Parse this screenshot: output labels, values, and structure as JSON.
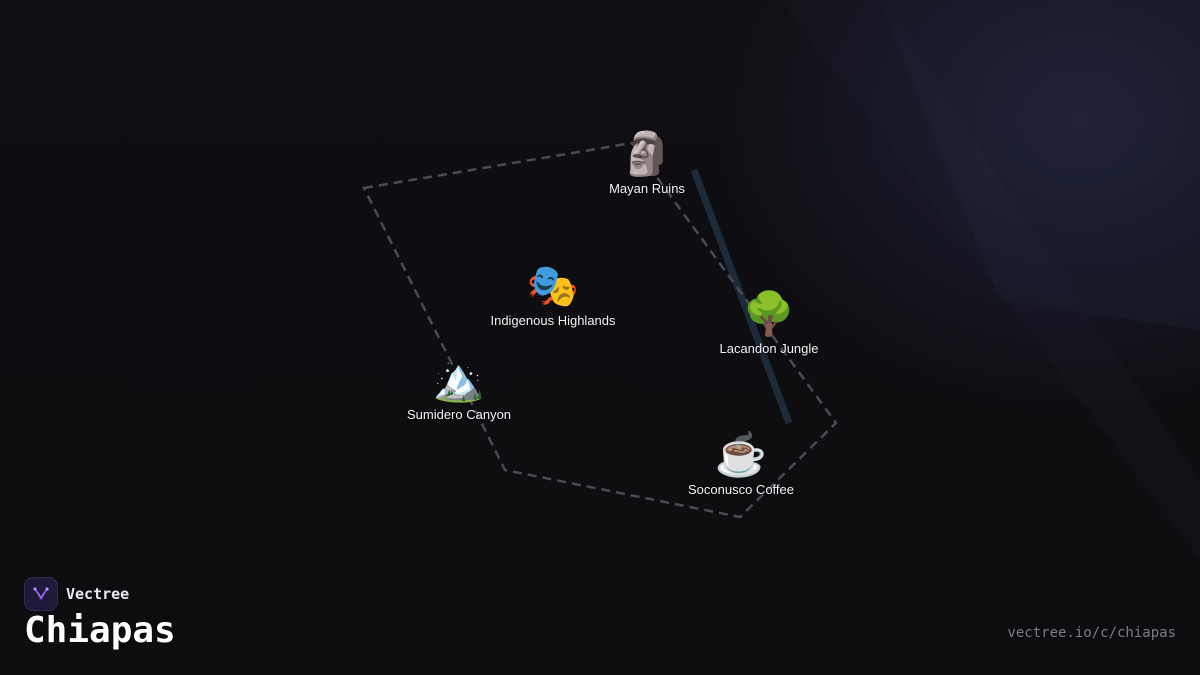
{
  "brand": {
    "name": "Vectree",
    "logo_icon": "vectree-logo-icon",
    "accent": "#9a5cf0"
  },
  "region": {
    "title": "Chiapas",
    "url": "vectree.io/c/chiapas"
  },
  "places": [
    {
      "id": "mayan-ruins",
      "label": "Mayan Ruins",
      "emoji": "🗿",
      "icon": "moai-icon"
    },
    {
      "id": "indigenous-highlands",
      "label": "Indigenous Highlands",
      "emoji": "🎭",
      "icon": "performing-arts-masks-icon"
    },
    {
      "id": "lacandon-jungle",
      "label": "Lacandon Jungle",
      "emoji": "🌳",
      "icon": "tree-icon"
    },
    {
      "id": "sumidero-canyon",
      "label": "Sumidero Canyon",
      "emoji": "🏔️",
      "icon": "mountain-icon"
    },
    {
      "id": "soconusco-coffee",
      "label": "Soconusco Coffee",
      "emoji": "☕",
      "icon": "hot-coffee-icon"
    }
  ],
  "colors": {
    "background": "#0e0e11",
    "border_dash": "#4a4a52",
    "river": "#1c2a3a",
    "label": "#f2f2f5",
    "url": "#7c7c86"
  }
}
